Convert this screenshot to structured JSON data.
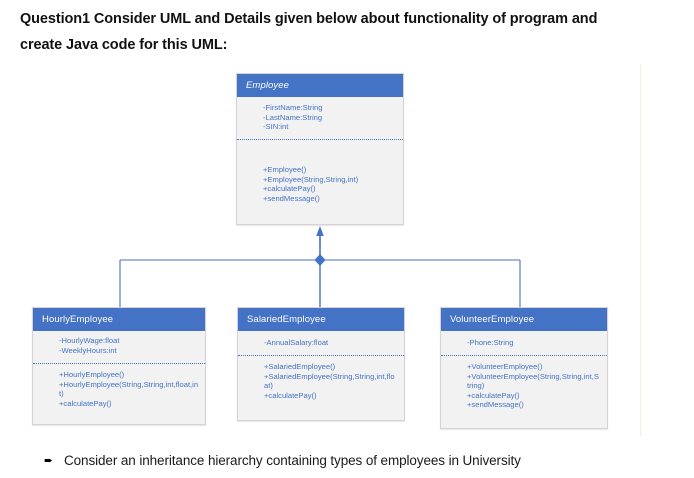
{
  "heading": {
    "text": "Question1 Consider UML and Details given below about functionality of program and create Java code for this UML:"
  },
  "colors": {
    "header_fill": "#4472C4",
    "body_fill": "#F2F2F2",
    "member_text": "#4472C4",
    "connector": "#4472C4",
    "box_border": "#D4D4D4",
    "page_rule": "#EFEFE3"
  },
  "diagram": {
    "type": "uml-class-diagram",
    "relationship": "generalization",
    "parent": "Employee",
    "children": [
      "HourlyEmployee",
      "SalariedEmployee",
      "VolunteerEmployee"
    ],
    "classes": [
      {
        "id": "employee",
        "name": "Employee",
        "abstract": true,
        "attributes": [
          "-FirstName:String",
          "-LastName:String",
          "-SIN:int"
        ],
        "operations": [
          "+Employee()",
          "+Employee(String,String,int)",
          "+calculatePay()",
          "+sendMessage()"
        ]
      },
      {
        "id": "hourly",
        "name": "HourlyEmployee",
        "abstract": false,
        "attributes": [
          "-HourlyWage:float",
          "-WeeklyHours:int"
        ],
        "operations": [
          "+HourlyEmployee()",
          "+HourlyEmployee(String,String,int,float,int)",
          "+calculatePay()"
        ]
      },
      {
        "id": "salaried",
        "name": "SalariedEmployee",
        "abstract": false,
        "attributes": [
          "-AnnualSalary:float"
        ],
        "operations": [
          "+SalariedEmployee()",
          "+SalariedEmployee(String,String,int,float)",
          "+calculatePay()"
        ]
      },
      {
        "id": "volunteer",
        "name": "VolunteerEmployee",
        "abstract": false,
        "attributes": [
          "-Phone:String"
        ],
        "operations": [
          "+VolunteerEmployee()",
          "+VolunteerEmployee(String,String,int,String)",
          "+calculatePay()",
          "+sendMessage()"
        ]
      }
    ]
  },
  "bullet": {
    "marker": "➨",
    "text": "Consider an inheritance hierarchy containing types of employees in University"
  }
}
